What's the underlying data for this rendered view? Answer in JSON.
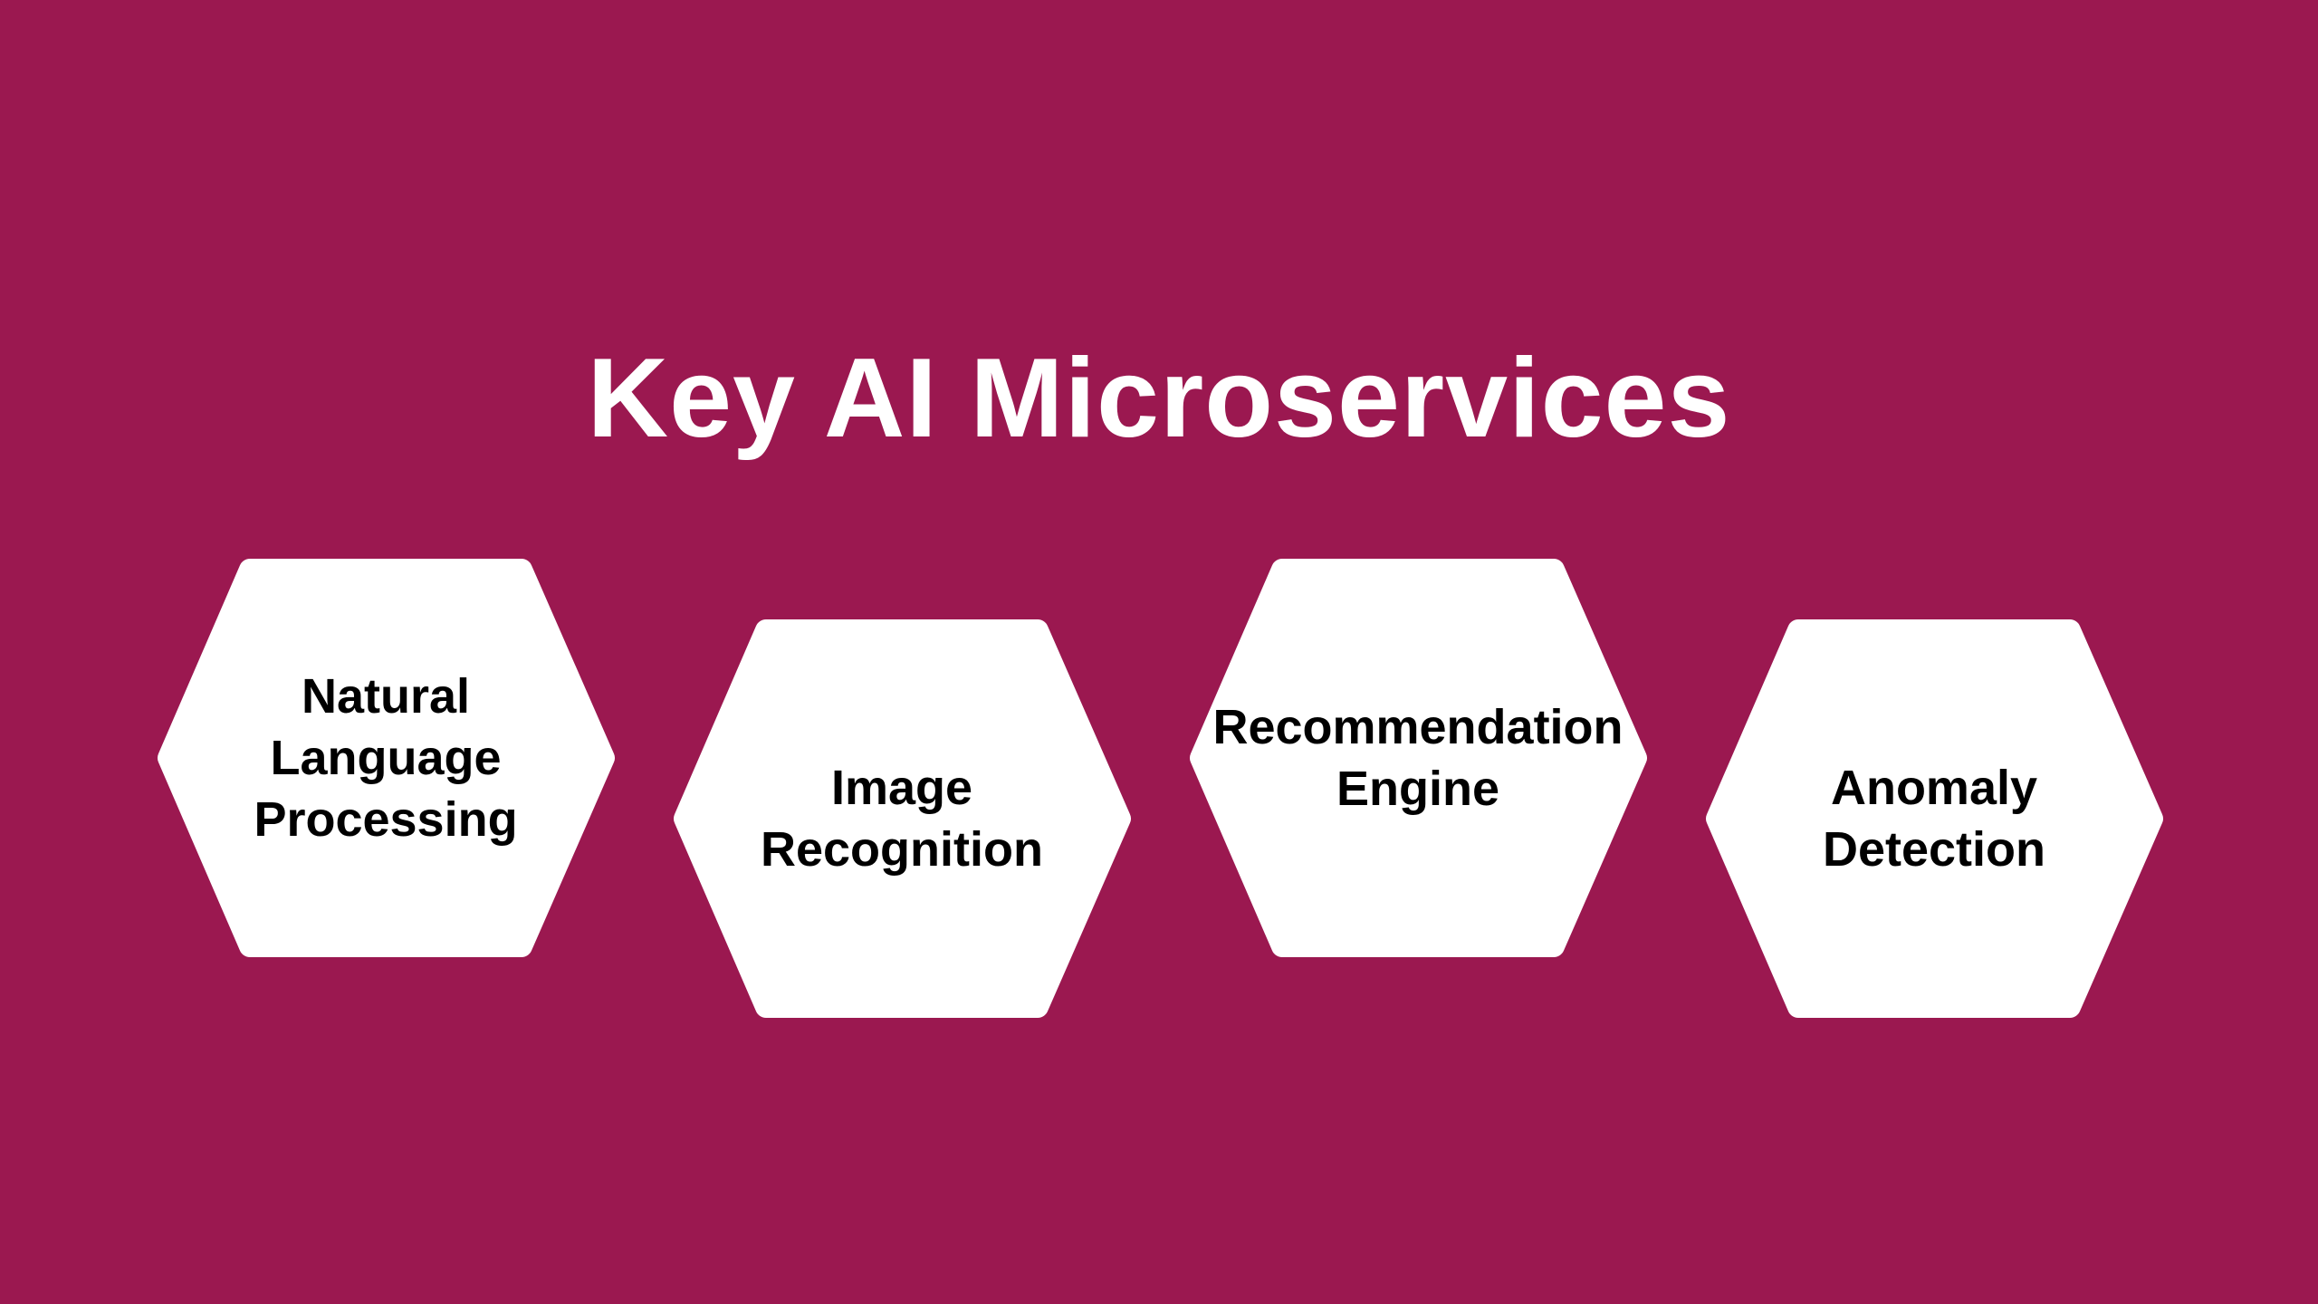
{
  "title": "Key AI Microservices",
  "colors": {
    "background": "#9b1850",
    "hexagon": "#ffffff",
    "text": "#000000",
    "title": "#ffffff"
  },
  "services": [
    {
      "lines": [
        "Natural",
        "Language",
        "Processing"
      ]
    },
    {
      "lines": [
        "Image",
        "Recognition"
      ]
    },
    {
      "lines": [
        "Recommendation",
        "Engine"
      ]
    },
    {
      "lines": [
        "Anomaly",
        "Detection"
      ]
    }
  ]
}
